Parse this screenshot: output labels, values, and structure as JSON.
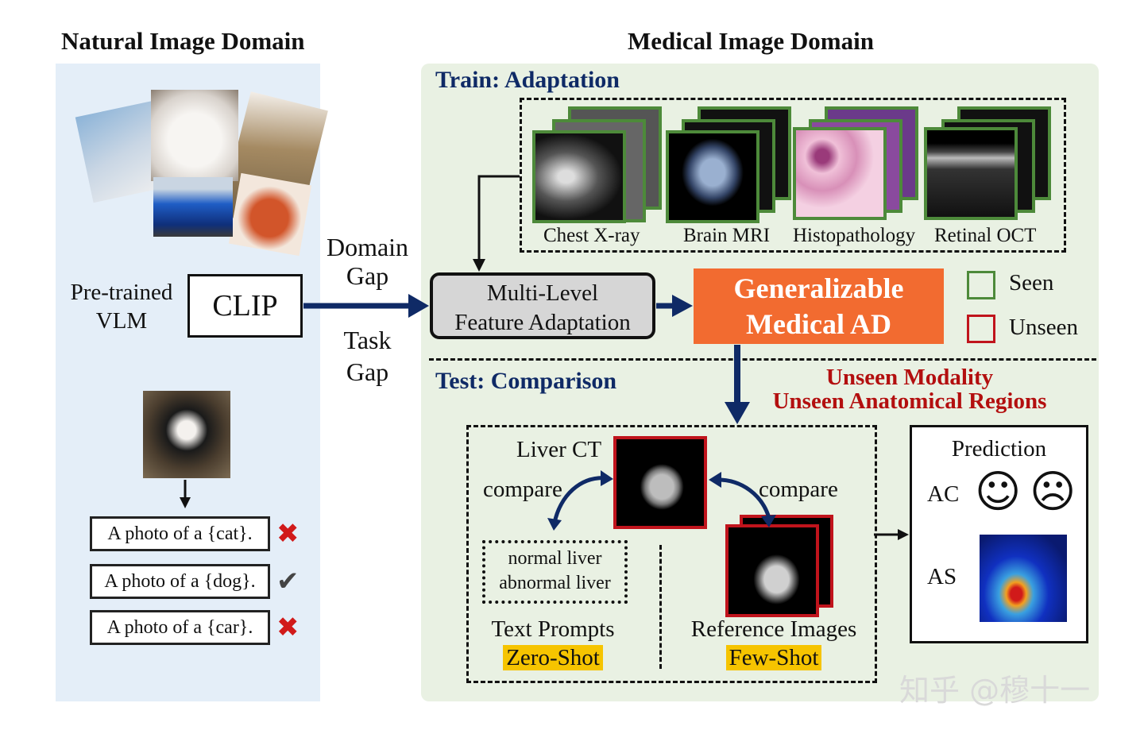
{
  "headings": {
    "natural": "Natural Image Domain",
    "medical": "Medical Image Domain"
  },
  "left": {
    "vlm_label_line1": "Pre-trained",
    "vlm_label_line2": "VLM",
    "clip": "CLIP",
    "prompts": [
      {
        "text": "A photo of a {cat}.",
        "result": "✖"
      },
      {
        "text": "A photo of a {dog}.",
        "result": "✔"
      },
      {
        "text": "A photo of a {car}.",
        "result": "✖"
      }
    ]
  },
  "gaps": {
    "domain_line1": "Domain",
    "domain_line2": "Gap",
    "task_line1": "Task",
    "task_line2": "Gap"
  },
  "train": {
    "label": "Train: Adaptation",
    "modalities": [
      "Chest X-ray",
      "Brain MRI",
      "Histopathology",
      "Retinal OCT"
    ],
    "adaptation_line1": "Multi-Level",
    "adaptation_line2": "Feature Adaptation",
    "result_line1": "Generalizable",
    "result_line2": "Medical AD"
  },
  "legend": {
    "seen": "Seen",
    "unseen": "Unseen",
    "seen_color": "#4d8a3a",
    "unseen_color": "#c0141c"
  },
  "test": {
    "label": "Test: Comparison",
    "unseen_line1": "Unseen Modality",
    "unseen_line2": "Unseen Anatomical Regions",
    "liver_ct": "Liver CT",
    "compare_left": "compare",
    "compare_right": "compare",
    "text_prompt_line1": "normal liver",
    "text_prompt_line2": "abnormal liver",
    "text_prompts_title": "Text Prompts",
    "zero_shot": "Zero-Shot",
    "reference_title": "Reference Images",
    "few_shot": "Few-Shot"
  },
  "prediction": {
    "title": "Prediction",
    "ac": "AC",
    "as": "AS",
    "happy": "☺",
    "sad": "☹"
  },
  "colors": {
    "accent_blue": "#0f2a66",
    "orange": "#f26b30",
    "highlight": "#f6c400"
  },
  "watermark": "知乎 @穆十一"
}
